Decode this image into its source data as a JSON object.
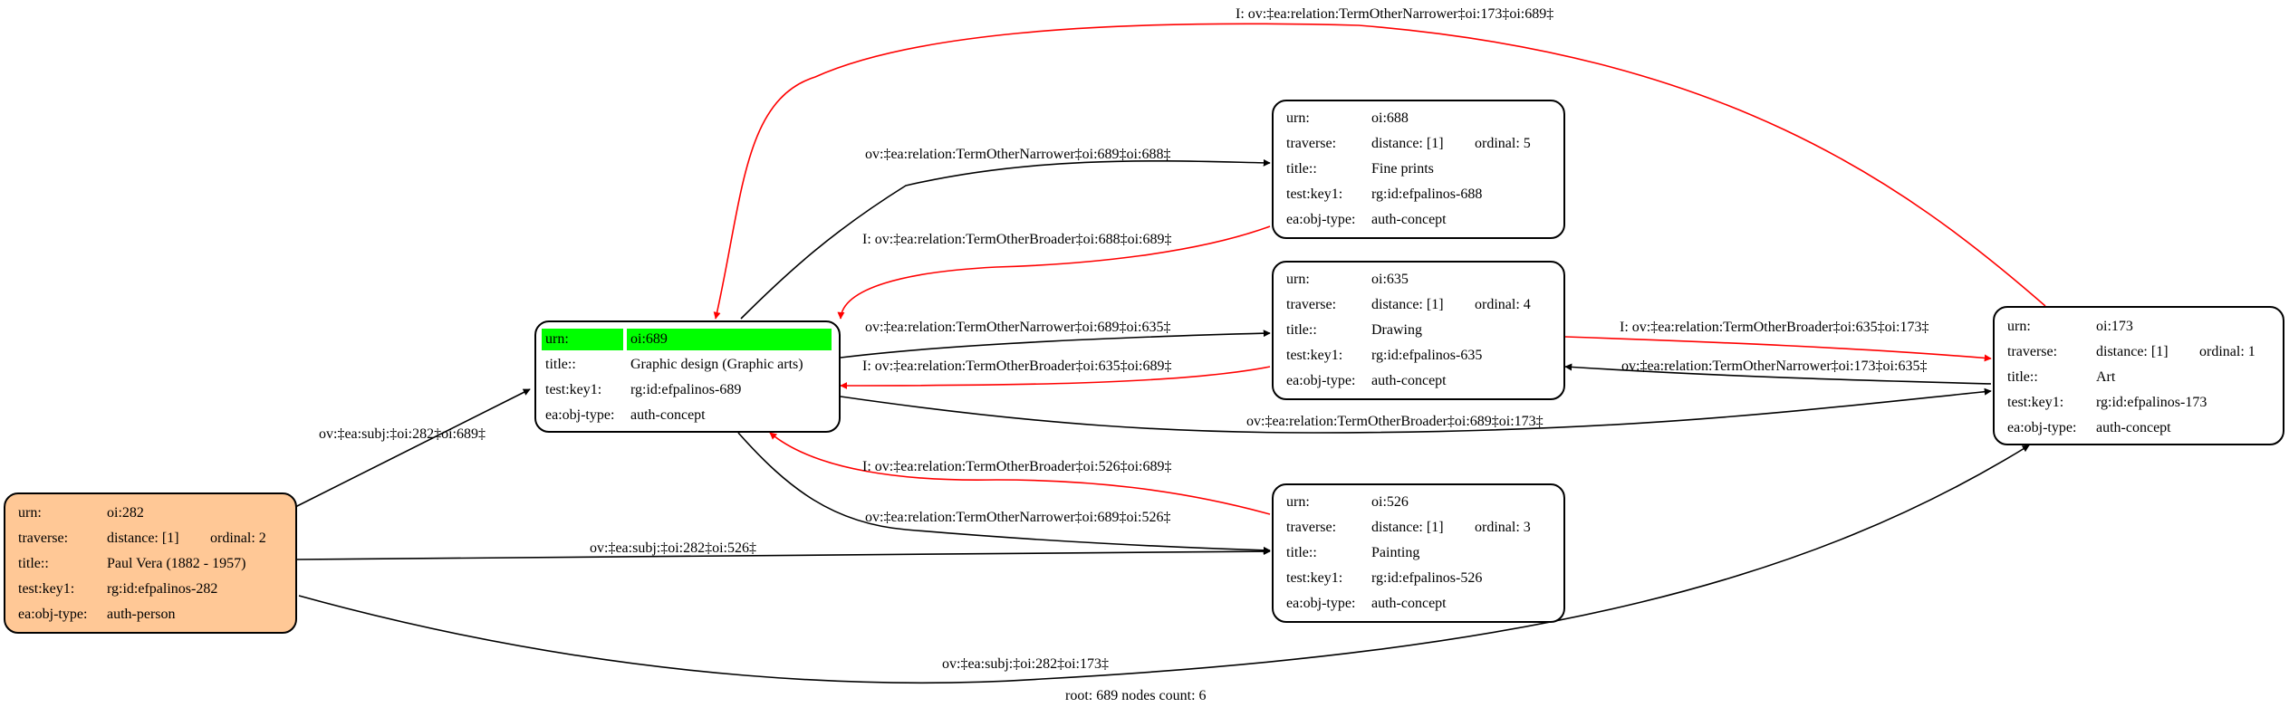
{
  "colors": {
    "edge_default": "#000000",
    "edge_inverse": "#ff0000",
    "root_fill": "#ffc896",
    "highlight": "#00ff00"
  },
  "nodes": {
    "n282": {
      "rows": [
        {
          "k": "urn:",
          "v": "oi:282"
        },
        {
          "k": "traverse:",
          "v": "distance: [1]",
          "extra": "ordinal: 2"
        },
        {
          "k": "title::",
          "v": "Paul Vera (1882 - 1957)"
        },
        {
          "k": "test:key1:",
          "v": "rg:id:efpalinos-282"
        },
        {
          "k": "ea:obj-type:",
          "v": "auth-person"
        }
      ]
    },
    "n689": {
      "rows": [
        {
          "k": "urn:",
          "v": "oi:689"
        },
        {
          "k": "title::",
          "v": "Graphic design (Graphic arts)"
        },
        {
          "k": "test:key1:",
          "v": "rg:id:efpalinos-689"
        },
        {
          "k": "ea:obj-type:",
          "v": "auth-concept"
        }
      ]
    },
    "n688": {
      "rows": [
        {
          "k": "urn:",
          "v": "oi:688"
        },
        {
          "k": "traverse:",
          "v": "distance: [1]",
          "extra": "ordinal: 5"
        },
        {
          "k": "title::",
          "v": "Fine prints"
        },
        {
          "k": "test:key1:",
          "v": "rg:id:efpalinos-688"
        },
        {
          "k": "ea:obj-type:",
          "v": "auth-concept"
        }
      ]
    },
    "n635": {
      "rows": [
        {
          "k": "urn:",
          "v": "oi:635"
        },
        {
          "k": "traverse:",
          "v": "distance: [1]",
          "extra": "ordinal: 4"
        },
        {
          "k": "title::",
          "v": "Drawing"
        },
        {
          "k": "test:key1:",
          "v": "rg:id:efpalinos-635"
        },
        {
          "k": "ea:obj-type:",
          "v": "auth-concept"
        }
      ]
    },
    "n526": {
      "rows": [
        {
          "k": "urn:",
          "v": "oi:526"
        },
        {
          "k": "traverse:",
          "v": "distance: [1]",
          "extra": "ordinal: 3"
        },
        {
          "k": "title::",
          "v": "Painting"
        },
        {
          "k": "test:key1:",
          "v": "rg:id:efpalinos-526"
        },
        {
          "k": "ea:obj-type:",
          "v": "auth-concept"
        }
      ]
    },
    "n173": {
      "rows": [
        {
          "k": "urn:",
          "v": "oi:173"
        },
        {
          "k": "traverse:",
          "v": "distance: [1]",
          "extra": "ordinal: 1"
        },
        {
          "k": "title::",
          "v": "Art"
        },
        {
          "k": "test:key1:",
          "v": "rg:id:efpalinos-173"
        },
        {
          "k": "ea:obj-type:",
          "v": "auth-concept"
        }
      ]
    }
  },
  "edges": {
    "e_282_689": "ov:‡ea:subj:‡oi:282‡oi:689‡",
    "e_282_526": "ov:‡ea:subj:‡oi:282‡oi:526‡",
    "e_282_173": "ov:‡ea:subj:‡oi:282‡oi:173‡",
    "e_689_688": "ov:‡ea:relation:TermOtherNarrower‡oi:689‡oi:688‡",
    "e_688_689": "I: ov:‡ea:relation:TermOtherBroader‡oi:688‡oi:689‡",
    "e_689_635": "ov:‡ea:relation:TermOtherNarrower‡oi:689‡oi:635‡",
    "e_635_689": "I: ov:‡ea:relation:TermOtherBroader‡oi:635‡oi:689‡",
    "e_689_526": "ov:‡ea:relation:TermOtherNarrower‡oi:689‡oi:526‡",
    "e_526_689": "I: ov:‡ea:relation:TermOtherBroader‡oi:526‡oi:689‡",
    "e_689_173": "ov:‡ea:relation:TermOtherBroader‡oi:689‡oi:173‡",
    "e_173_689": "I: ov:‡ea:relation:TermOtherNarrower‡oi:173‡oi:689‡",
    "e_635_173": "I: ov:‡ea:relation:TermOtherBroader‡oi:635‡oi:173‡",
    "e_173_635": "ov:‡ea:relation:TermOtherNarrower‡oi:173‡oi:635‡"
  },
  "footer": "root: 689 nodes count: 6"
}
